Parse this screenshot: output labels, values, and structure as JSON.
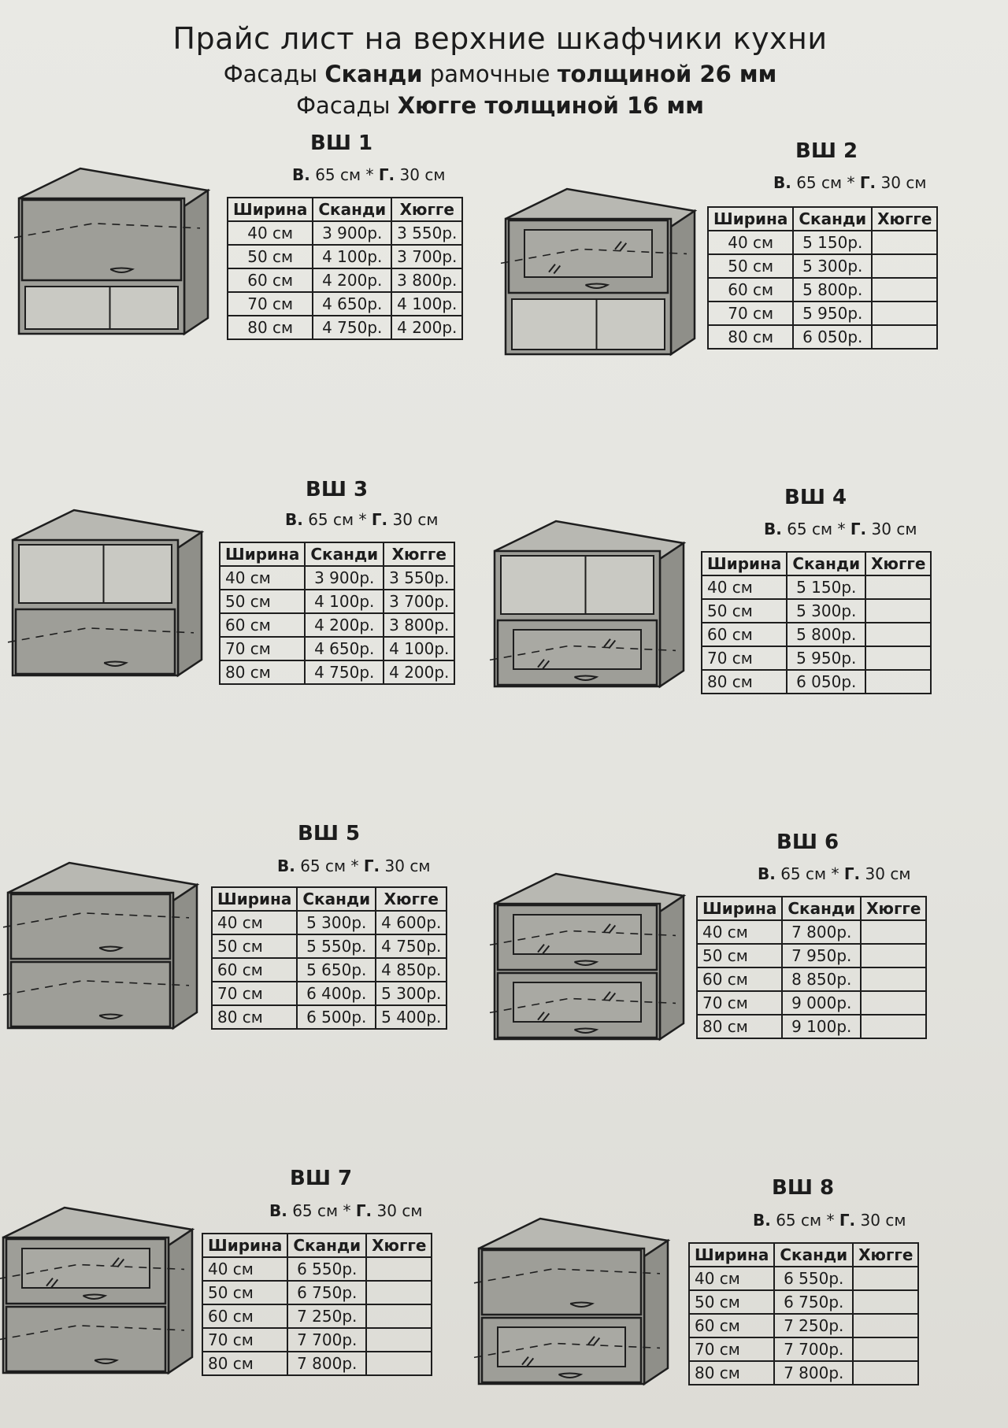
{
  "header": {
    "title": "Прайс лист на верхние шкафчики  кухни",
    "line2": {
      "pre": "Фасады ",
      "b1": "Сканди",
      "mid": " рамочные ",
      "b2": "толщиной 26 мм"
    },
    "line3": {
      "pre": "Фасады ",
      "b1": "Хюгге толщиной 16 мм"
    }
  },
  "dims": {
    "pre": "В.",
    "mid": " 65 см * ",
    "g": "Г.",
    "post": " 30 см"
  },
  "columns": [
    "Ширина",
    "Сканди",
    "Хюгге"
  ],
  "widths": [
    "40 см",
    "50 см",
    "60 см",
    "70 см",
    "80 см"
  ],
  "cabinets": [
    {
      "name": "ВШ 1",
      "skandi": [
        "3 900р.",
        "4 100р.",
        "4 200р.",
        "4 650р.",
        "4 750р."
      ],
      "hygge": [
        "3 550р.",
        "3 700р.",
        "3 800р.",
        "4 100р.",
        "4 200р."
      ]
    },
    {
      "name": "ВШ 2",
      "skandi": [
        "5 150р.",
        "5 300р.",
        "5 800р.",
        "5 950р.",
        "6 050р."
      ],
      "hygge": [
        "",
        "",
        "",
        "",
        ""
      ]
    },
    {
      "name": "ВШ 3",
      "skandi": [
        "3 900р.",
        "4 100р.",
        "4 200р.",
        "4 650р.",
        "4 750р."
      ],
      "hygge": [
        "3 550р.",
        "3 700р.",
        "3 800р.",
        "4 100р.",
        "4 200р."
      ]
    },
    {
      "name": "ВШ 4",
      "skandi": [
        "5 150р.",
        "5 300р.",
        "5 800р.",
        "5 950р.",
        "6 050р."
      ],
      "hygge": [
        "",
        "",
        "",
        "",
        ""
      ]
    },
    {
      "name": "ВШ 5",
      "skandi": [
        "5 300р.",
        "5 550р.",
        "5 650р.",
        "6 400р.",
        "6 500р."
      ],
      "hygge": [
        "4 600р.",
        "4 750р.",
        "4 850р.",
        "5 300р.",
        "5 400р."
      ]
    },
    {
      "name": "ВШ 6",
      "skandi": [
        "7 800р.",
        "7 950р.",
        "8 850р.",
        "9 000р.",
        "9 100р."
      ],
      "hygge": [
        "",
        "",
        "",
        "",
        ""
      ]
    },
    {
      "name": "ВШ 7",
      "skandi": [
        "6 550р.",
        "6 750р.",
        "7 250р.",
        "7 700р.",
        "7 800р."
      ],
      "hygge": [
        "",
        "",
        "",
        "",
        ""
      ]
    },
    {
      "name": "ВШ 8",
      "skandi": [
        "6 550р.",
        "6 750р.",
        "7 250р.",
        "7 700р.",
        "7 800р."
      ],
      "hygge": [
        "",
        "",
        "",
        "",
        ""
      ]
    }
  ]
}
